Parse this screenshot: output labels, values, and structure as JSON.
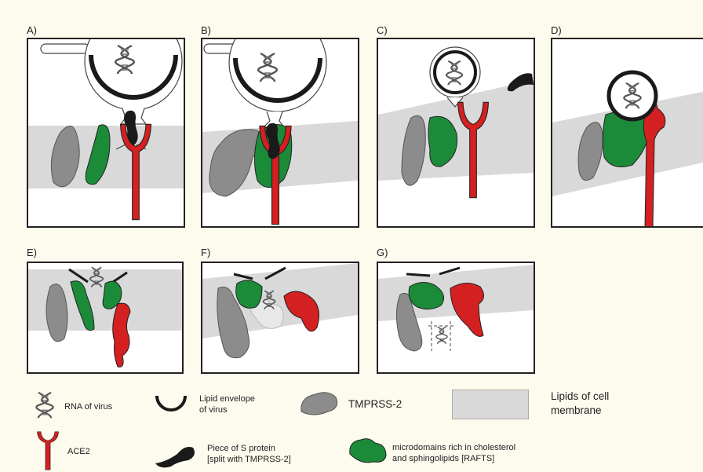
{
  "colors": {
    "background": "#fdfaee",
    "membrane": "#d9d9d9",
    "tmprss2": "#8c8c8c",
    "ace2": "#d42020",
    "rafts": "#1b8b3a",
    "s_protein": "#1a1a1a",
    "envelope": "#1a1a1a"
  },
  "panels": [
    {
      "label": "A)"
    },
    {
      "label": "B)"
    },
    {
      "label": "C)"
    },
    {
      "label": "D)"
    },
    {
      "label": "E)"
    },
    {
      "label": "F)"
    },
    {
      "label": "G)"
    }
  ],
  "legend": {
    "rna": {
      "label": "RNA of virus",
      "icon": "dna-helix-icon"
    },
    "envelope": {
      "line1": "Lipid envelope",
      "line2": "of virus",
      "icon": "envelope-arc-icon"
    },
    "tmprss2": {
      "label": "TMPRSS-2",
      "icon": "gray-blob-icon"
    },
    "lipids": {
      "line1": "Lipids of cell",
      "line2": "membrane",
      "icon": "gray-rectangle-icon"
    },
    "ace2": {
      "label": "ACE2",
      "icon": "red-y-receptor-icon"
    },
    "s_protein": {
      "line1": "Piece of S protein",
      "line2": "[split with TMPRSS-2]",
      "icon": "black-blob-icon"
    },
    "rafts": {
      "line1": "microdomains rich in cholesterol",
      "line2": "and sphingolipids [RAFTS]",
      "icon": "green-blob-icon"
    }
  }
}
